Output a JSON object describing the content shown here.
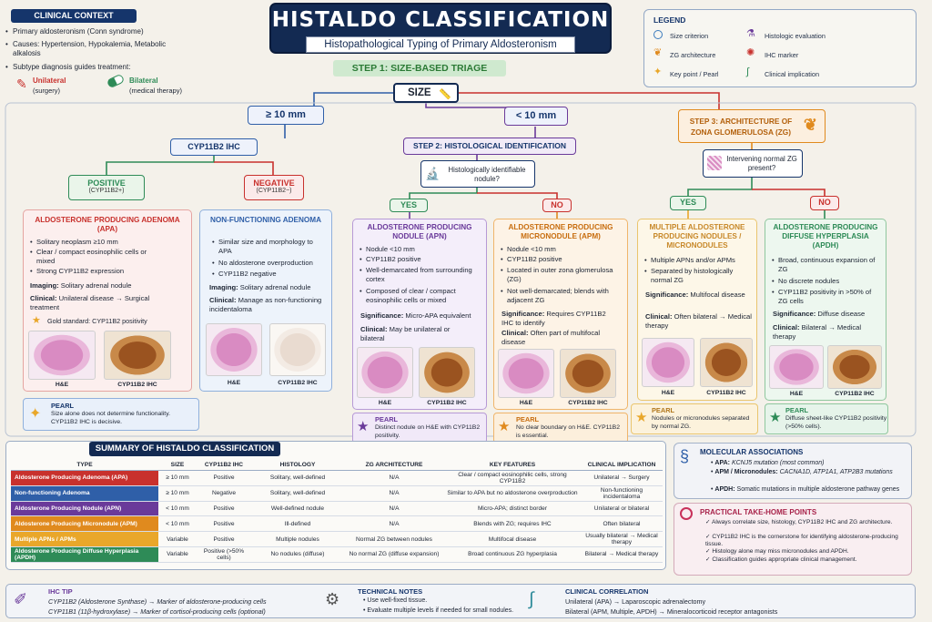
{
  "header": {
    "title": "HISTALDO CLASSIFICATION",
    "subtitle": "Histopathological Typing of Primary Aldosteronism"
  },
  "context": {
    "heading": "CLINICAL CONTEXT",
    "items": [
      "Primary aldosteronism (Conn syndrome)",
      "Causes: Hypertension, Hypokalemia, Metabolic alkalosis",
      "Subtype diagnosis guides treatment:"
    ],
    "unilateral": {
      "label": "Unilateral",
      "sub": "(surgery)"
    },
    "bilateral": {
      "label": "Bilateral",
      "sub": "(medical therapy)"
    }
  },
  "legend": {
    "heading": "LEGEND",
    "items": [
      {
        "icon": "circle-icon",
        "label": "Size criterion"
      },
      {
        "icon": "microscope-icon",
        "label": "Histologic evaluation"
      },
      {
        "icon": "adrenal-icon",
        "label": "ZG architecture"
      },
      {
        "icon": "ihc-marker-icon",
        "label": "IHC marker"
      },
      {
        "icon": "bulb-icon",
        "label": "Key point / Pearl"
      },
      {
        "icon": "stethoscope-icon",
        "label": "Clinical implication"
      }
    ]
  },
  "flow": {
    "step1": "STEP 1: SIZE-BASED TRIAGE",
    "size": "SIZE",
    "ge10": "≥ 10 mm",
    "lt10": "< 10 mm",
    "ihc": "CYP11B2 IHC",
    "positive": "POSITIVE",
    "positive_sub": "(CYP11B2+)",
    "negative": "NEGATIVE",
    "negative_sub": "(CYP11B2−)",
    "step2": "STEP 2:  HISTOLOGICAL IDENTIFICATION",
    "q2": "Histologically identifiable nodule?",
    "step3": "STEP 3: ARCHITECTURE OF ZONA GLOMERULOSA (ZG)",
    "q3": "Intervening normal ZG present?",
    "yes": "YES",
    "no": "NO"
  },
  "cards": {
    "apa": {
      "title": "ALDOSTERONE PRODUCING ADENOMA (APA)",
      "items": [
        "Solitary neoplasm ≥10 mm",
        "Clear / compact eosinophilic cells or mixed",
        "Strong CYP11B2 expression"
      ],
      "imaging_k": "Imaging:",
      "imaging_v": "Solitary adrenal nodule",
      "clinical_k": "Clinical:",
      "clinical_v": "Unilateral disease → Surgical treatment",
      "gold": "Gold standard:  CYP11B2 positivity",
      "he": "H&E",
      "ihc": "CYP11B2 IHC"
    },
    "nfa": {
      "title": "NON-FUNCTIONING ADENOMA",
      "items": [
        "Similar size and morphology to APA",
        "No aldosterone overproduction",
        "CYP11B2 negative"
      ],
      "imaging_k": "Imaging:",
      "imaging_v": "Solitary adrenal nodule",
      "clinical_k": "Clinical:",
      "clinical_v": "Manage as non-functioning incidentaloma",
      "he": "H&E",
      "ihc": "CYP11B2 IHC"
    },
    "apn": {
      "title": "ALDOSTERONE PRODUCING NODULE (APN)",
      "items": [
        "Nodule <10 mm",
        "CYP11B2 positive",
        "Well-demarcated from surrounding cortex",
        "Composed of clear / compact eosinophilic cells or mixed"
      ],
      "sig_k": "Significance:",
      "sig_v": "Micro-APA equivalent",
      "clinical_k": "Clinical:",
      "clinical_v": "May be unilateral or bilateral",
      "he": "H&E",
      "ihc": "CYP11B2 IHC"
    },
    "apm": {
      "title": "ALDOSTERONE PRODUCING MICRONODULE (APM)",
      "items": [
        "Nodule <10 mm",
        "CYP11B2 positive",
        "Located in outer zona glomerulosa (ZG)",
        "Not well-demarcated; blends with adjacent ZG"
      ],
      "sig_k": "Significance:",
      "sig_v": "Requires CYP11B2 IHC to identify",
      "clinical_k": "Clinical:",
      "clinical_v": "Often part of multifocal disease",
      "he": "H&E",
      "ihc": "CYP11B2 IHC"
    },
    "mapn": {
      "title": "MULTIPLE ALDOSTERONE PRODUCING NODULES / MICRONODULES",
      "items": [
        "Multiple APNs and/or APMs",
        "Separated by histologically normal ZG"
      ],
      "sig_k": "Significance:",
      "sig_v": "Multifocal disease",
      "clinical_k": "Clinical:",
      "clinical_v": "Often bilateral → Medical therapy",
      "he": "H&E",
      "ihc": "CYP11B2 IHC"
    },
    "apdh": {
      "title": "ALDOSTERONE PRODUCING DIFFUSE HYPERPLASIA (APDH)",
      "items": [
        "Broad, continuous expansion of ZG",
        "No discrete nodules",
        "CYP11B2 positivity in >50% of ZG cells"
      ],
      "sig_k": "Significance:",
      "sig_v": "Diffuse disease",
      "clinical_k": "Clinical:",
      "clinical_v": "Bilateral → Medical therapy",
      "he": "H&E",
      "ihc": "CYP11B2 IHC"
    }
  },
  "pearls": {
    "p1": {
      "h": "PEARL",
      "t": "Size alone does not determine functionality. CYP11B2 IHC is decisive."
    },
    "p2": {
      "h": "PEARL",
      "t": "Distinct nodule on H&E with CYP11B2 positivity."
    },
    "p3": {
      "h": "PEARL",
      "t": "No clear boundary on H&E. CYP11B2 is essential."
    },
    "p4": {
      "h": "PEARL",
      "t": "Nodules or micronodules separated by normal ZG."
    },
    "p5": {
      "h": "PEARL",
      "t": "Diffuse sheet-like CYP11B2 positivity (>50% cells)."
    }
  },
  "summary": {
    "title": "SUMMARY OF HISTALDO CLASSIFICATION",
    "headers": [
      "TYPE",
      "SIZE",
      "CYP11B2 IHC",
      "HISTOLOGY",
      "ZG ARCHITECTURE",
      "KEY FEATURES",
      "CLINICAL IMPLICATION"
    ],
    "rows": [
      {
        "color": "#c8312d",
        "cells": [
          "Aldosterone Producing Adenoma (APA)",
          "≥ 10 mm",
          "Positive",
          "Solitary, well-defined",
          "N/A",
          "Clear / compact eosinophilic cells, strong CYP11B2",
          "Unilateral → Surgery"
        ]
      },
      {
        "color": "#2f5fa8",
        "cells": [
          "Non-functioning Adenoma",
          "≥ 10 mm",
          "Negative",
          "Solitary, well-defined",
          "N/A",
          "Similar to APA but no aldosterone overproduction",
          "Non-functioning incidentaloma"
        ]
      },
      {
        "color": "#6a3a9a",
        "cells": [
          "Aldosterone Producing Nodule (APN)",
          "< 10 mm",
          "Positive",
          "Well-defined nodule",
          "N/A",
          "Micro-APA; distinct border",
          "Unilateral or bilateral"
        ]
      },
      {
        "color": "#e08a1e",
        "cells": [
          "Aldosterone Producing Micronodule (APM)",
          "< 10 mm",
          "Positive",
          "Ill-defined",
          "N/A",
          "Blends with ZG; requires IHC",
          "Often bilateral"
        ]
      },
      {
        "color": "#e9a72a",
        "cells": [
          "Multiple APNs / APMs",
          "Variable",
          "Positive",
          "Multiple nodules",
          "Normal ZG between nodules",
          "Multifocal disease",
          "Usually bilateral → Medical therapy"
        ]
      },
      {
        "color": "#2e8b57",
        "cells": [
          "Aldosterone Producing Diffuse Hyperplasia (APDH)",
          "Variable",
          "Positive (>50% cells)",
          "No nodules (diffuse)",
          "No normal ZG (diffuse expansion)",
          "Broad continuous ZG hyperplasia",
          "Bilateral → Medical therapy"
        ]
      }
    ]
  },
  "molecular": {
    "heading": "MOLECULAR ASSOCIATIONS",
    "items": [
      {
        "k": "APA:",
        "v": "KCNJ5 mutation (most common)"
      },
      {
        "k": "APM / Micronodules:",
        "v": "CACNA1D, ATP1A1, ATP2B3 mutations"
      },
      {
        "k": "APDH:",
        "v": "Somatic mutations in multiple aldosterone pathway genes"
      }
    ]
  },
  "takehome": {
    "heading": "PRACTICAL TAKE-HOME POINTS",
    "items": [
      "Always correlate size, histology, CYP11B2 IHC and ZG architecture.",
      "CYP11B2 IHC is the cornerstone for identifying aldosterone-producing tissue.",
      "Histology alone may miss micronodules and APDH.",
      "Classification guides appropriate clinical management."
    ]
  },
  "footer": {
    "ihc_h": "IHC TIP",
    "ihc_1": "CYP11B2 (Aldosterone Synthase) → Marker of aldosterone-producing cells",
    "ihc_2": "CYP11B1 (11β-hydroxylase) → Marker of cortisol-producing cells (optional)",
    "tech_h": "TECHNICAL NOTES",
    "tech_1": "Use well-fixed tissue.",
    "tech_2": "Evaluate multiple levels if needed for small nodules.",
    "clin_h": "CLINICAL CORRELATION",
    "clin_1": "Unilateral (APA) → Laparoscopic adrenalectomy",
    "clin_2": "Bilateral (APM, Multiple, APDH) → Mineralocorticoid receptor antagonists"
  }
}
